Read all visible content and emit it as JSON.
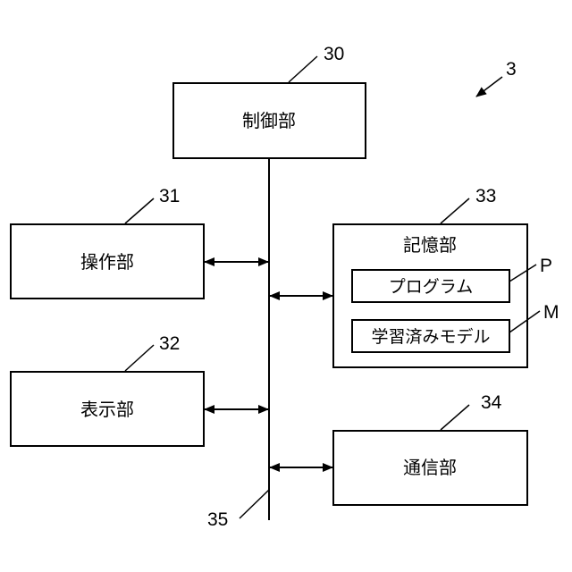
{
  "figure_ref": "3",
  "control": {
    "ref": "30",
    "label": "制御部"
  },
  "operation": {
    "ref": "31",
    "label": "操作部"
  },
  "display": {
    "ref": "32",
    "label": "表示部"
  },
  "storage": {
    "ref": "33",
    "label": "記憶部",
    "program": {
      "ref": "P",
      "label": "プログラム"
    },
    "model": {
      "ref": "M",
      "label": "学習済みモデル"
    }
  },
  "communication": {
    "ref": "34",
    "label": "通信部"
  },
  "bus": {
    "ref": "35"
  }
}
